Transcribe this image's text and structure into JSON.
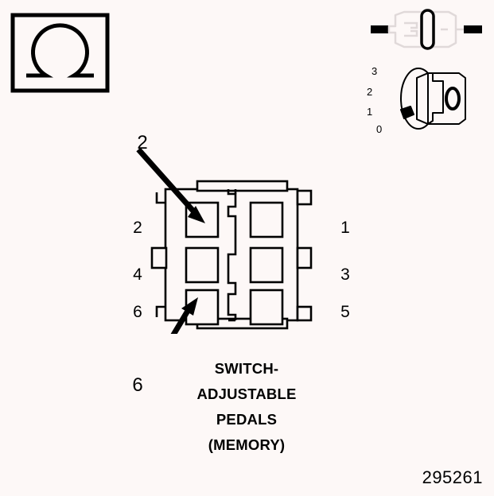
{
  "figure": {
    "number": "295261",
    "background_color": "#fdf8f7",
    "line_color": "#000000",
    "ghost_color": "#e8e2e2"
  },
  "symbol_box": {
    "icon": "omega-symbol",
    "glyph": "Ω",
    "description": "Ohm symbol in rectangular border"
  },
  "connector_pair": {
    "icon": "mated-connector-pair-icon",
    "description": "Two mated inline connectors with highlighted seal"
  },
  "terminal_detail": {
    "icon": "terminal-cavity-detail-icon",
    "face_marking": "0",
    "scale_labels": [
      "3",
      "2",
      "1",
      "0"
    ]
  },
  "connector": {
    "name": "six-cavity-connector",
    "cavity_count": 6,
    "left_pins": [
      "2",
      "4",
      "6"
    ],
    "right_pins": [
      "1",
      "3",
      "5"
    ]
  },
  "callouts": [
    {
      "label": "2",
      "target": "cavity-2"
    },
    {
      "label": "6",
      "target": "cavity-6"
    }
  ],
  "caption": {
    "line1": "SWITCH-",
    "line2": "ADJUSTABLE",
    "line3": "PEDALS",
    "line4": "(MEMORY)"
  }
}
